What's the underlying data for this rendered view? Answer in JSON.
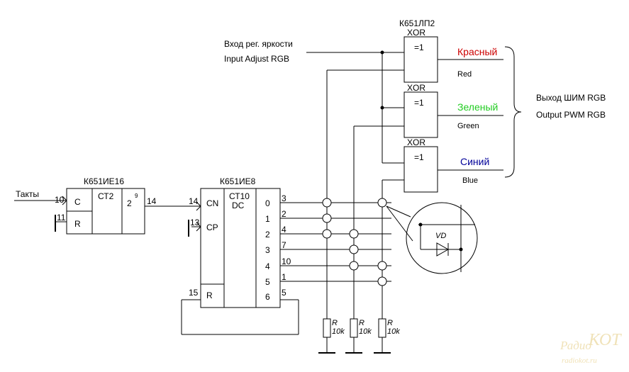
{
  "labels": {
    "clock": "Такты",
    "input_ru": "Вход рег. яркости",
    "input_en": "Input Adjust RGB",
    "output_ru": "Выход ШИМ RGB",
    "output_en": "Output PWM RGB",
    "diode": "VD"
  },
  "chip_counter": {
    "name": "К651ИЕ16",
    "type": "СТ2",
    "pin_c": "C",
    "pin_r": "R",
    "output_base": "2",
    "output_exp": "9"
  },
  "chip_decoder": {
    "name": "К651ИЕ8",
    "type1": "СТ10",
    "type2": "DC",
    "pin_cn": "CN",
    "pin_cp": "CP",
    "pin_r": "R",
    "outputs": [
      "0",
      "1",
      "2",
      "3",
      "4",
      "5",
      "6"
    ]
  },
  "chip_xor": {
    "name": "К651ЛП2",
    "gate_title": "XOR",
    "gate_symbol": "=1"
  },
  "pins": {
    "ie16_c": "10",
    "ie16_r": "11",
    "ie16_out": "14",
    "ie8_cn": "14",
    "ie8_cp": "13",
    "ie8_r": "15",
    "out_0": "3",
    "out_1": "2",
    "out_2": "4",
    "out_3": "7",
    "out_4": "10",
    "out_5": "1",
    "out_6": "5"
  },
  "outputs": [
    {
      "ru": "Красный",
      "en": "Red",
      "color": "#cc0000"
    },
    {
      "ru": "Зеленый",
      "en": "Green",
      "color": "#22cc22"
    },
    {
      "ru": "Синий",
      "en": "Blue",
      "color": "#000099"
    }
  ],
  "resistor": {
    "name": "R",
    "value": "10k"
  },
  "watermark": {
    "line1": "Радио КОТ",
    "line2": "radiokot.ru"
  }
}
